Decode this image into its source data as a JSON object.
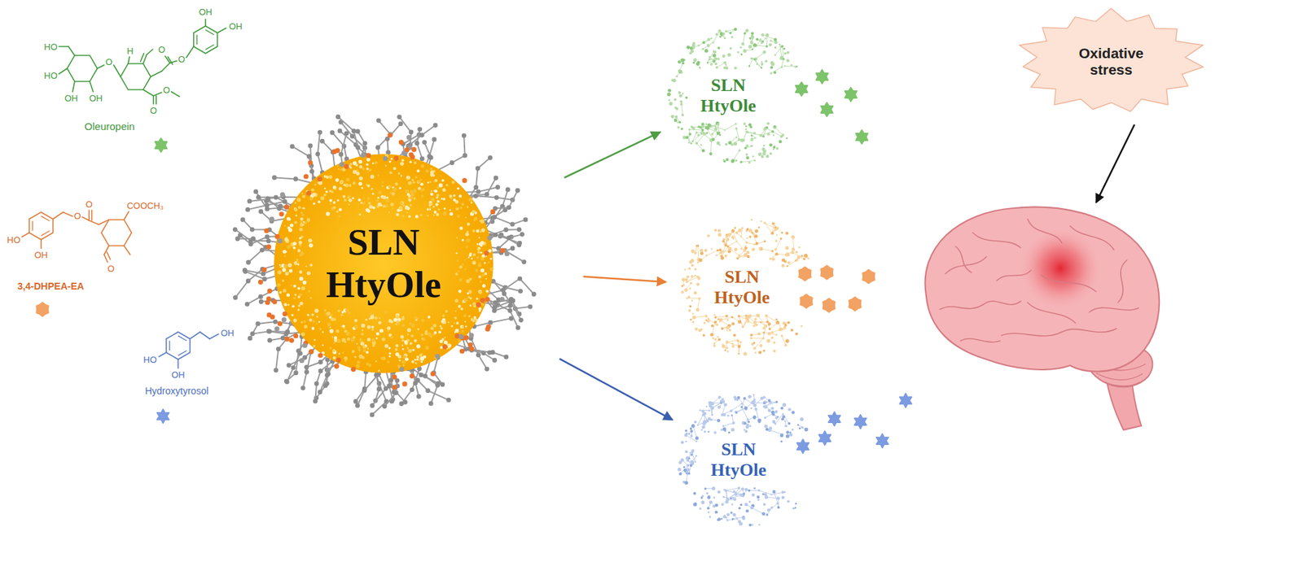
{
  "diagram": {
    "nodes": [
      {
        "text": [
          "SLN HtyOle"
        ]
      },
      {
        "text": [
          "SLN HtyOle"
        ]
      },
      {
        "text": [
          "SLN HtyOle"
        ]
      },
      {
        "text": [
          "SLN HtyOle"
        ]
      },
      {
        "text": [
          "Oxidative stress"
        ]
      }
    ],
    "edges": [
      {
        "from": 0,
        "to": 1,
        "arrow": "to"
      },
      {
        "from": 0,
        "to": 2,
        "arrow": "to"
      },
      {
        "from": 0,
        "to": 3,
        "arrow": "to"
      }
    ],
    "labels": [
      "OH",
      "OH",
      "HO",
      "HO",
      "OH",
      "OH",
      "O",
      "H",
      "O",
      "O",
      "O",
      "O",
      "Oleuropein",
      "HO",
      "OH",
      "O",
      "O",
      "COOCH₃",
      "O",
      "3,4-DHPEA-EA",
      "OH",
      "HO",
      "OH",
      "Hydroxytyrosol"
    ]
  }
}
